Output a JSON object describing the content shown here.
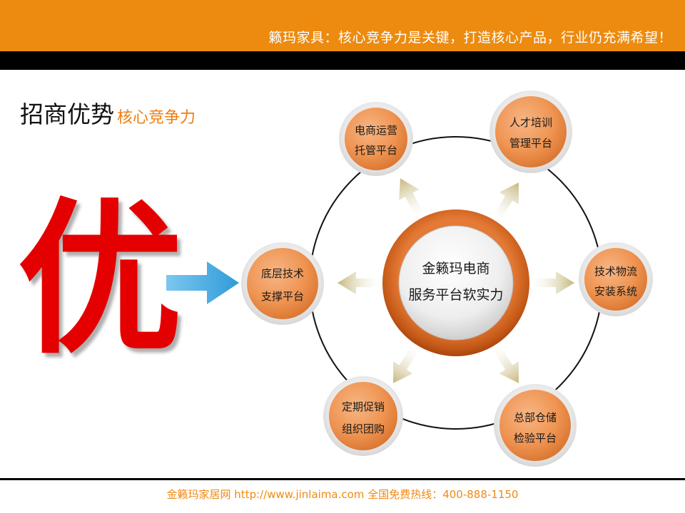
{
  "banner": {
    "text": "籁玛家具：核心竞争力是关键，打造核心产品，行业仍充满希望！"
  },
  "heading": {
    "title": "招商优势",
    "subtitle": "核心竞争力"
  },
  "big_character": "优",
  "center": {
    "line1": "金籁玛电商",
    "line2": "服务平台软实力"
  },
  "nodes": [
    {
      "id": "ecommerce",
      "line1": "电商运营",
      "line2": "托管平台"
    },
    {
      "id": "talent",
      "line1": "人才培训",
      "line2": "管理平台"
    },
    {
      "id": "tech-logistics",
      "line1": "技术物流",
      "line2": "安装系统"
    },
    {
      "id": "warehouse",
      "line1": "总部仓储",
      "line2": "检验平台"
    },
    {
      "id": "promotion",
      "line1": "定期促销",
      "line2": "组织团购"
    },
    {
      "id": "tech-support",
      "line1": "底层技术",
      "line2": "支撑平台"
    }
  ],
  "footer": {
    "text": "金籁玛家居网 http://www.jinlaima.com  全国免费热线：400-888-1150"
  },
  "colors": {
    "orange_bar": "#ec8b10",
    "node_fill": "#ef9452",
    "accent_text": "#ee7d10",
    "big_char": "#e40000",
    "blue_arrow": "#3aa6e0",
    "khaki_arrow": "#c4b67a"
  }
}
